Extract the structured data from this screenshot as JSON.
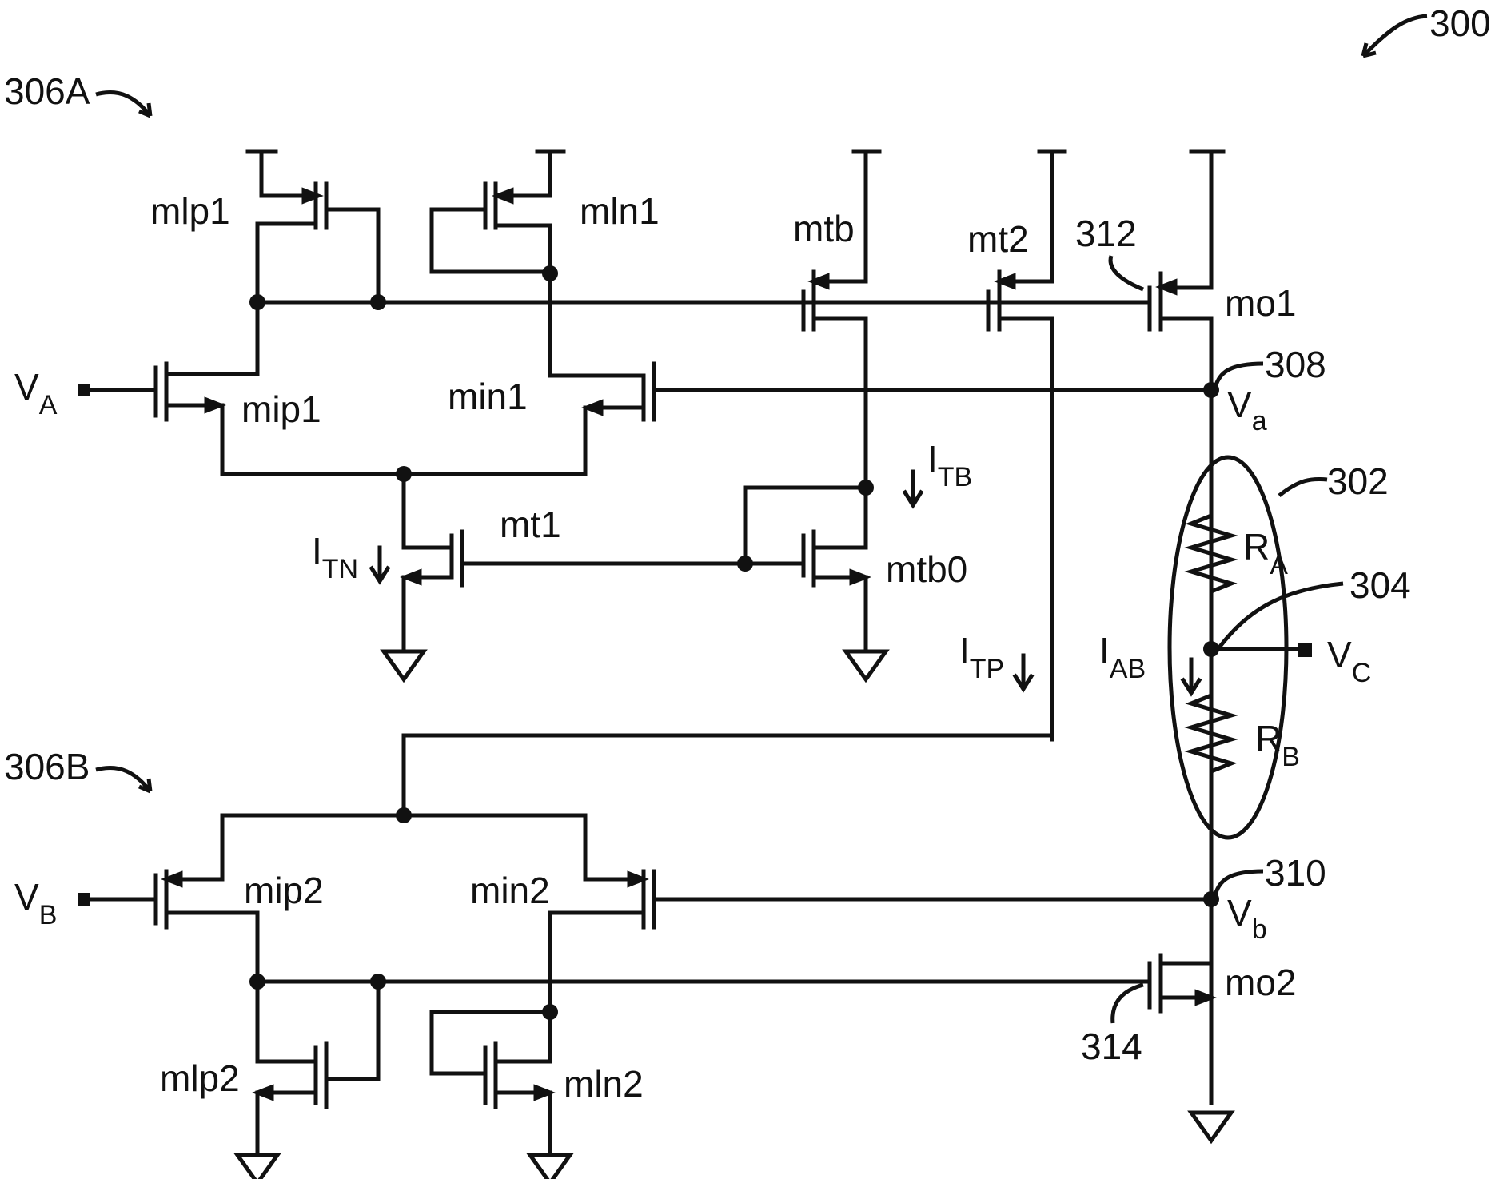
{
  "figure": {
    "ref_main": "300",
    "ref_top_block": "306A",
    "ref_bottom_block": "306B",
    "ref_resistor_group": "302",
    "ref_mid_node": "304",
    "ref_node_a": "308",
    "ref_node_b": "310",
    "ref_mo1": "312",
    "ref_mo2": "314"
  },
  "transistors": {
    "mlp1": "mlp1",
    "mln1": "mln1",
    "mtb": "mtb",
    "mt2": "mt2",
    "mo1": "mo1",
    "mip1": "mip1",
    "min1": "min1",
    "mt1": "mt1",
    "mtb0": "mtb0",
    "mip2": "mip2",
    "min2": "min2",
    "mo2": "mo2",
    "mlp2": "mlp2",
    "mln2": "mln2"
  },
  "signals": {
    "va_in": {
      "main": "V",
      "sub": "A"
    },
    "vb_in": {
      "main": "V",
      "sub": "B"
    },
    "vc": {
      "main": "V",
      "sub": "C"
    },
    "node_a": {
      "main": "V",
      "sub": "a"
    },
    "node_b": {
      "main": "V",
      "sub": "b"
    },
    "itb": {
      "main": "I",
      "sub": "TB"
    },
    "itn": {
      "main": "I",
      "sub": "TN"
    },
    "itp": {
      "main": "I",
      "sub": "TP"
    },
    "iab": {
      "main": "I",
      "sub": "AB"
    },
    "ra": {
      "main": "R",
      "sub": "A"
    },
    "rb": {
      "main": "R",
      "sub": "B"
    }
  }
}
